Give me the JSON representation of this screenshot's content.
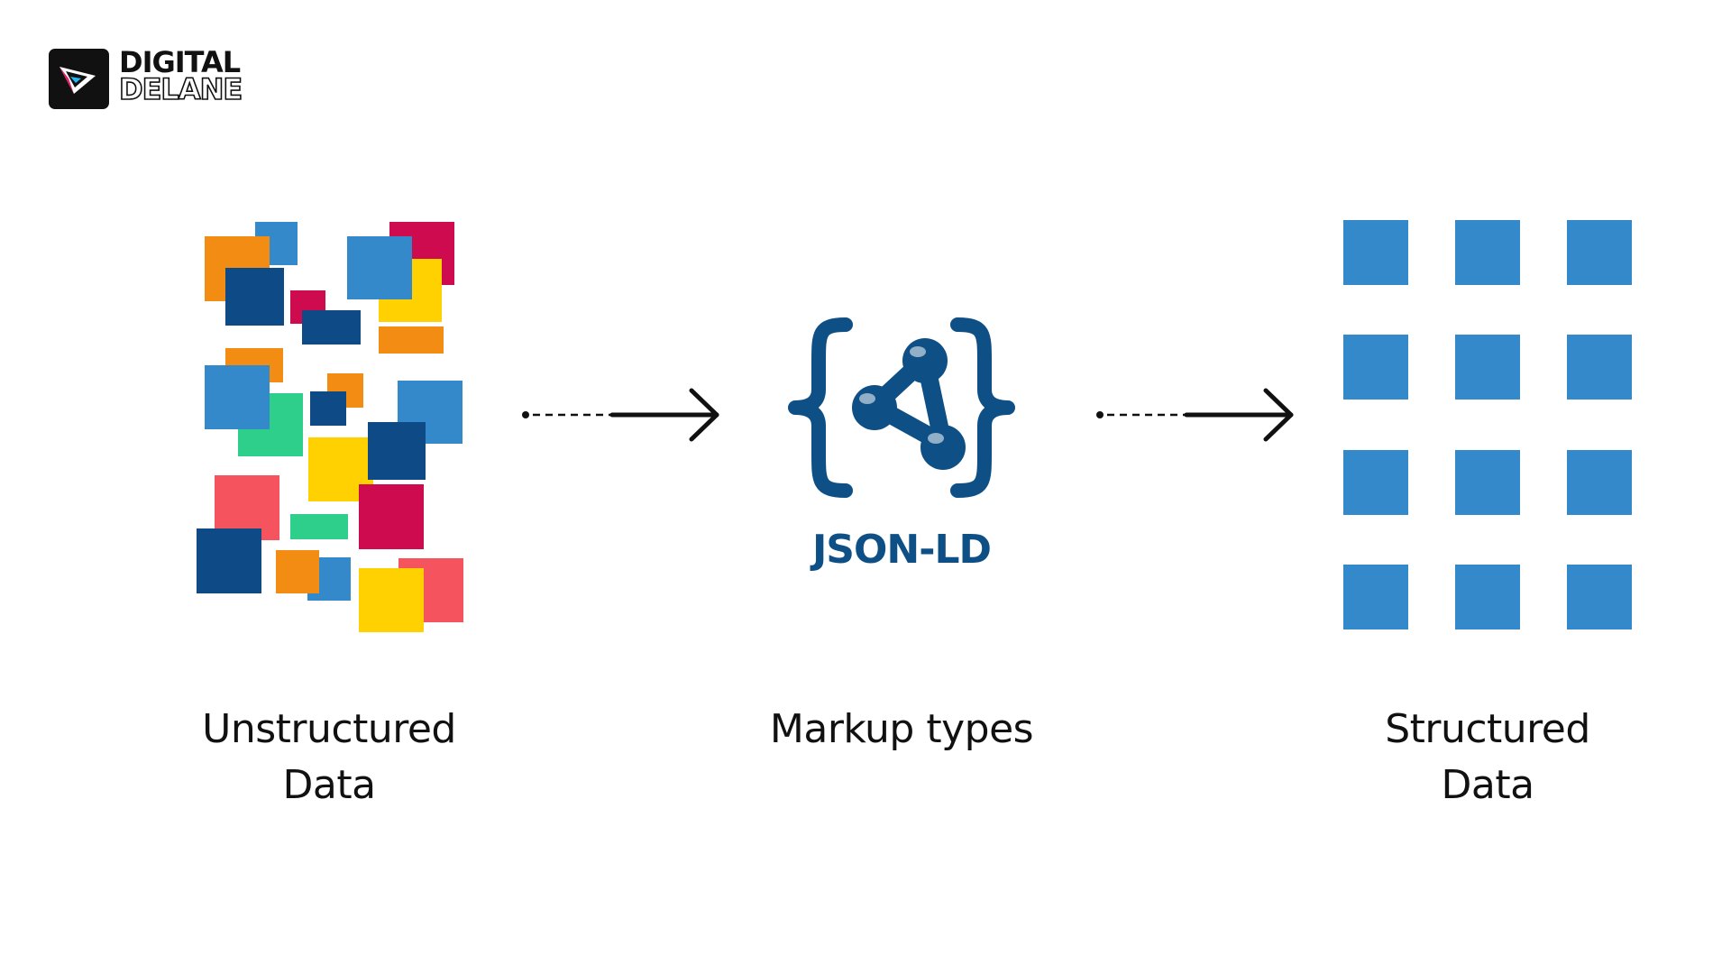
{
  "logo": {
    "line1": "DIGITAL",
    "line2": "DELANE"
  },
  "center": {
    "icon_label": "JSON-LD"
  },
  "captions": {
    "left_line1": "Unstructured",
    "left_line2": "Data",
    "middle": "Markup types",
    "right_line1": "Structured",
    "right_line2": "Data"
  },
  "colors": {
    "jsonld_blue": "#0e4f86",
    "grid_blue": "#3389c9",
    "text": "#111111",
    "palette": [
      "#f28c12",
      "#3389c9",
      "#ce0b4f",
      "#ffd100",
      "#0e4a85",
      "#2ecf8a",
      "#f5545e"
    ]
  },
  "icons": {
    "logo": "play-arrow-logo-icon",
    "center": "json-ld-braces-icon"
  }
}
